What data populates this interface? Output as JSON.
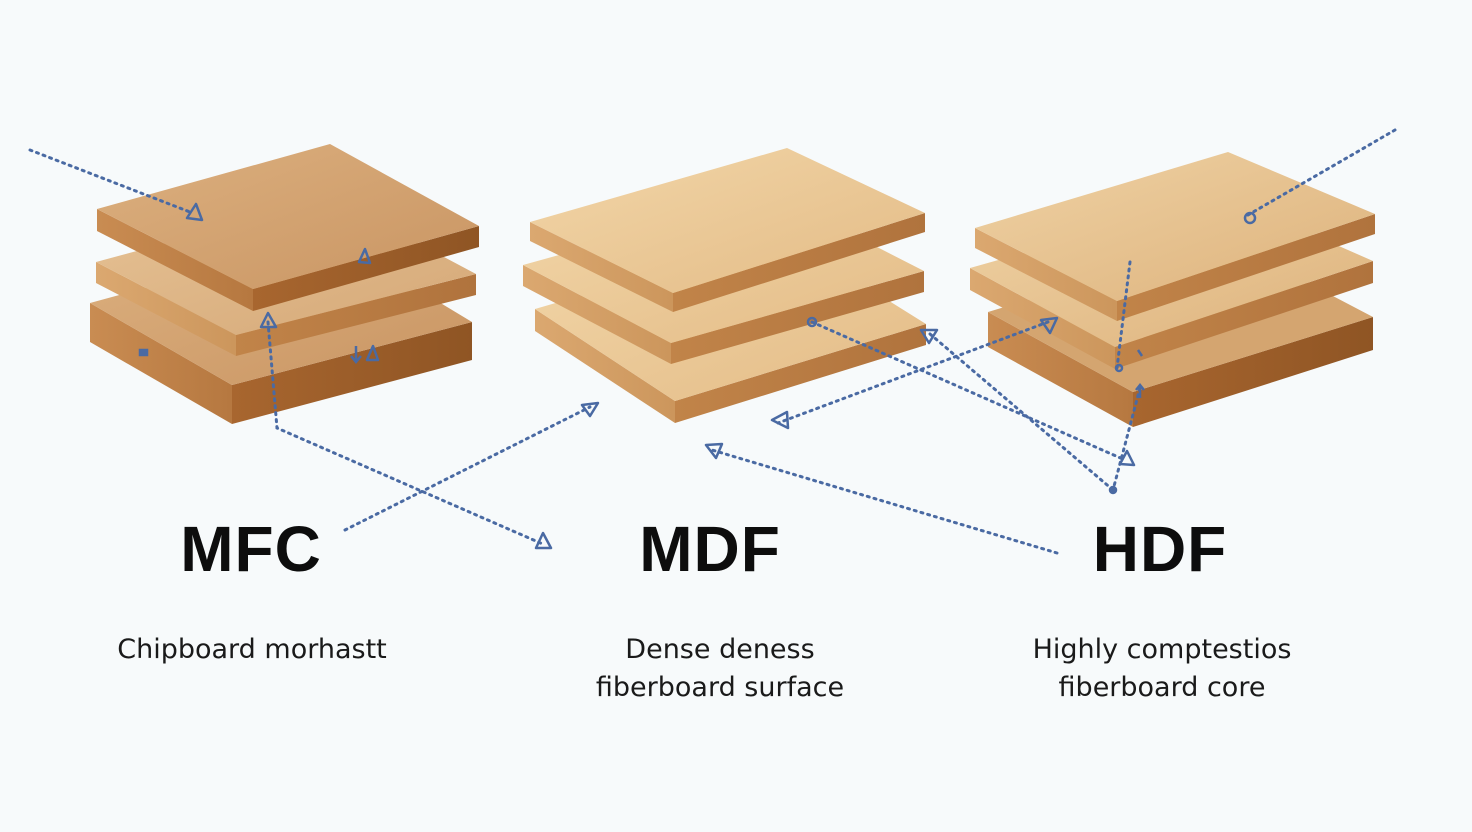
{
  "materials": [
    {
      "name": "MFC",
      "description_lines": [
        "Chipboard morhastt"
      ]
    },
    {
      "name": "MDF",
      "description_lines": [
        "Dense deness",
        "fiberboard surfaсe"
      ]
    },
    {
      "name": "HDF",
      "description_lines": [
        "Highly comptestios",
        "fiberboard core"
      ]
    }
  ],
  "colors": {
    "background": "#f7fafb",
    "arrow": "#4a6aa3",
    "board_top_mfc": "#d9ab7a",
    "board_top_mdf": "#ecc996",
    "board_top_hdf": "#e8c593",
    "board_edge_dark": "#a86a35",
    "board_edge_mid": "#c78a4e"
  }
}
